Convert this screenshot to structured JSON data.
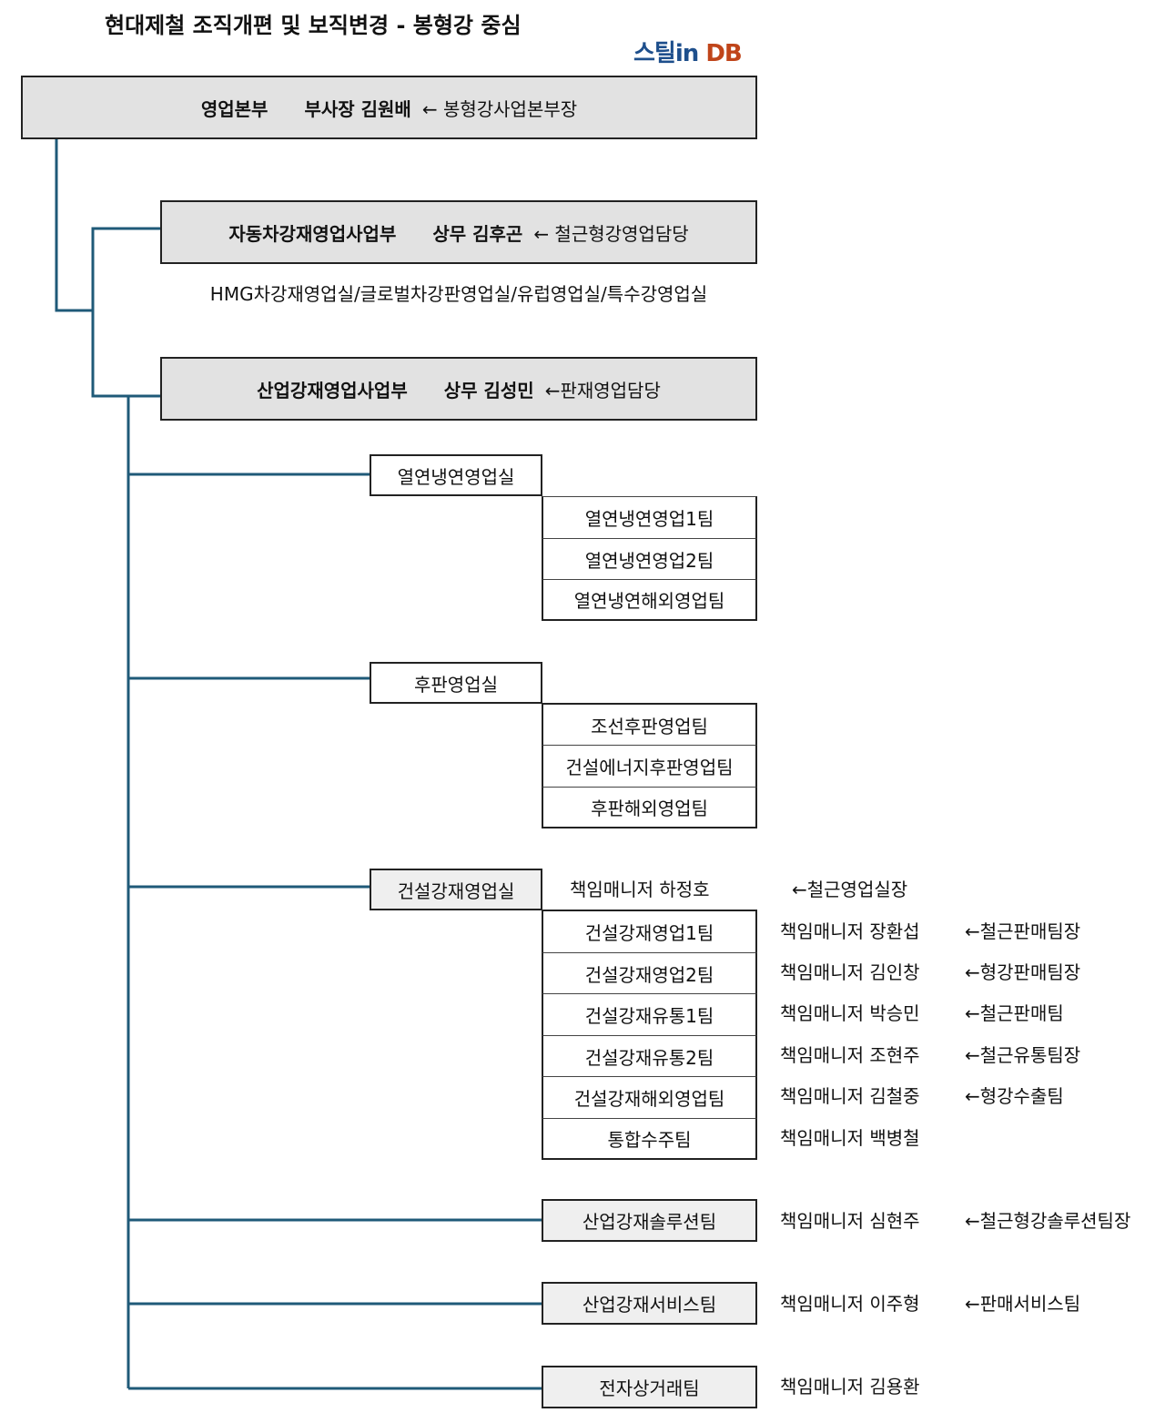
{
  "title": "현대제철 조직개편 및 보직변경 - 봉형강 중심",
  "logo": {
    "part1": "스틸in",
    "part2": " DB"
  },
  "top": {
    "dept": "영업본부",
    "person": "부사장 김원배",
    "note": "← 봉형강사업본부장"
  },
  "auto": {
    "dept": "자동차강재영업사업부",
    "person": "상무 김후곤",
    "note": "← 철근형강영업담당",
    "sub": "HMG차강재영업실/글로벌차강판영업실/유럽영업실/특수강영업실"
  },
  "industrial": {
    "dept": "산업강재영업사업부",
    "person": "상무 김성민",
    "note": "←판재영업담당"
  },
  "office1": {
    "name": "열연냉연영업실",
    "teams": [
      "열연냉연영업1팀",
      "열연냉연영업2팀",
      "열연냉연해외영업팀"
    ]
  },
  "office2": {
    "name": "후판영업실",
    "teams": [
      "조선후판영업팀",
      "건설에너지후판영업팀",
      "후판해외영업팀"
    ]
  },
  "office3": {
    "name": "건설강재영업실",
    "manager": "책임매니저 하정호",
    "note": "←철근영업실장",
    "teams": [
      {
        "name": "건설강재영업1팀",
        "manager": "책임매니저 장환섭",
        "note": "←철근판매팀장"
      },
      {
        "name": "건설강재영업2팀",
        "manager": "책임매니저 김인창",
        "note": "←형강판매팀장"
      },
      {
        "name": "건설강재유통1팀",
        "manager": "책임매니저 박승민",
        "note": "←철근판매팀"
      },
      {
        "name": "건설강재유통2팀",
        "manager": "책임매니저 조현주",
        "note": "←철근유통팀장"
      },
      {
        "name": "건설강재해외영업팀",
        "manager": "책임매니저 김철중",
        "note": "←형강수출팀"
      },
      {
        "name": "통합수주팀",
        "manager": "책임매니저 백병철",
        "note": ""
      }
    ]
  },
  "standalone": [
    {
      "name": "산업강재솔루션팀",
      "manager": "책임매니저 심현주",
      "note": "←철근형강솔루션팀장"
    },
    {
      "name": "산업강재서비스팀",
      "manager": "책임매니저 이주형",
      "note": "←판매서비스팀"
    },
    {
      "name": "전자상거래팀",
      "manager": "책임매니저 김용환",
      "note": ""
    }
  ],
  "colors": {
    "connector": "#1f5a78",
    "header_fill": "#e2e2e2",
    "office_fill": "#efefef",
    "border": "#222222"
  }
}
